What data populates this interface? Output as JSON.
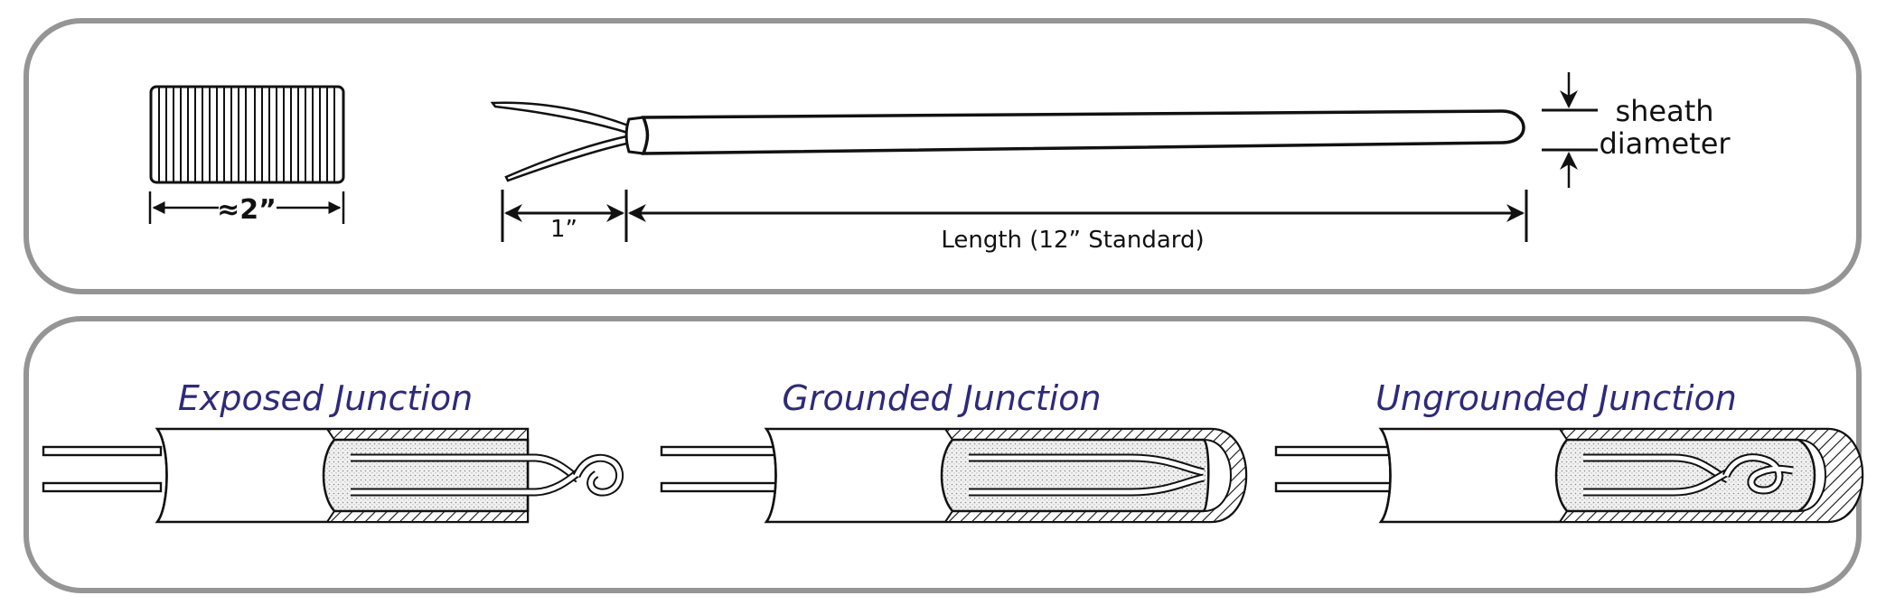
{
  "dimensions": {
    "nipple_width": "≈2”",
    "probe_leads": "1”",
    "probe_length": "Length (12” Standard)",
    "sheath_label_line1": "sheath",
    "sheath_label_line2": "diameter"
  },
  "junctions": [
    {
      "title": "Exposed Junction",
      "style": "exposed"
    },
    {
      "title": "Grounded Junction",
      "style": "grounded"
    },
    {
      "title": "Ungrounded Junction",
      "style": "ungrounded"
    }
  ],
  "colors": {
    "panel_border": "#959595",
    "title_text": "#2e2a7a",
    "line": "#111111"
  }
}
